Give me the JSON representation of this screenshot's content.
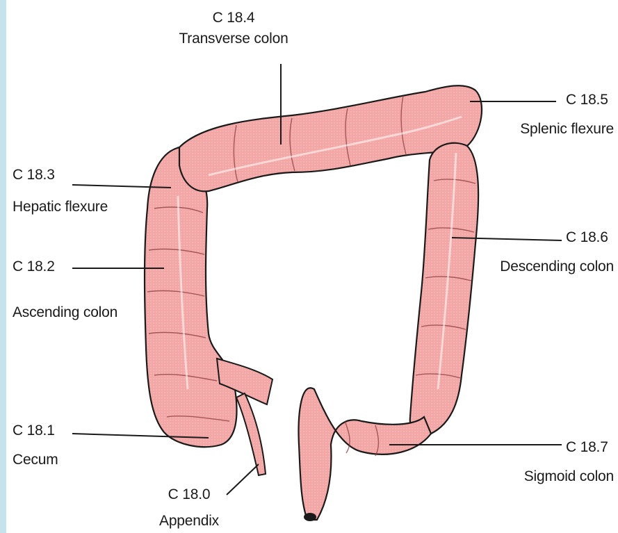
{
  "title": "",
  "labels": [
    {
      "key": "transverse",
      "code": "C 18.4",
      "name": "Transverse colon"
    },
    {
      "key": "splenic",
      "code": "C 18.5",
      "name": "Splenic flexure"
    },
    {
      "key": "hepatic",
      "code": "C 18.3",
      "name": "Hepatic flexure"
    },
    {
      "key": "descending",
      "code": "C 18.6",
      "name": "Descending colon"
    },
    {
      "key": "ascending",
      "code": "C 18.2",
      "name": "Ascending colon"
    },
    {
      "key": "cecum",
      "code": "C 18.1",
      "name": "Cecum"
    },
    {
      "key": "sigmoid",
      "code": "C 18.7",
      "name": "Sigmoid colon"
    },
    {
      "key": "appendix",
      "code": "C 18.0",
      "name": "Appendix"
    }
  ],
  "colors": {
    "tissue": "#f2a6a6",
    "tissue_light": "#f8c6c2",
    "outline": "#1a1a1a",
    "frame": "#c5e3ea"
  }
}
